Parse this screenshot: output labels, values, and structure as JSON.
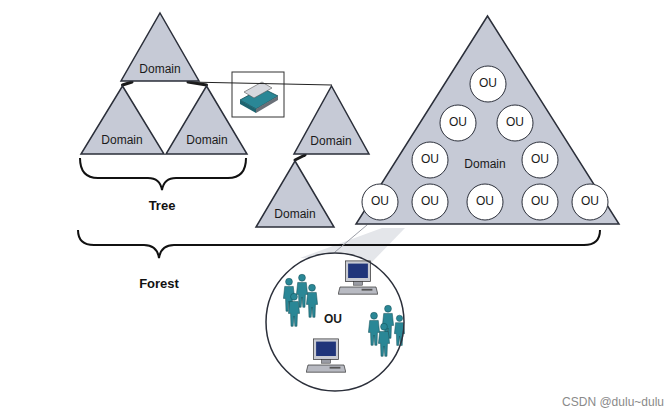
{
  "diagram": {
    "nodes": [
      {
        "text": [
          "Domain"
        ]
      },
      {
        "text": [
          "Domain"
        ]
      },
      {
        "text": [
          "Domain"
        ]
      },
      {
        "text": [
          "Domain"
        ]
      },
      {
        "text": [
          "Domain"
        ]
      },
      {
        "text": [
          "Domain"
        ]
      },
      {
        "text": [
          "OU"
        ],
        "in": 5
      },
      {
        "text": [
          "OU"
        ],
        "in": 5
      },
      {
        "text": [
          "OU"
        ],
        "in": 5
      },
      {
        "text": [
          "OU"
        ],
        "in": 5
      },
      {
        "text": [
          "OU"
        ],
        "in": 5
      },
      {
        "text": [
          "OU"
        ],
        "in": 5
      },
      {
        "text": [
          "OU"
        ],
        "in": 5
      },
      {
        "text": [
          "OU"
        ],
        "in": 5
      },
      {
        "text": [
          "OU"
        ],
        "in": 5
      },
      {
        "text": [
          "OU"
        ],
        "in": 5
      },
      {
        "text": [
          "OU"
        ]
      }
    ],
    "edges": [
      {
        "from": 0,
        "to": 1,
        "arrow": "none"
      },
      {
        "from": 0,
        "to": 2,
        "arrow": "none"
      },
      {
        "from": 0,
        "to": 3,
        "arrow": "none"
      },
      {
        "from": 3,
        "to": 4,
        "arrow": "none"
      },
      {
        "from": 5,
        "to": 16,
        "arrow": "none"
      }
    ],
    "labels": [
      "Tree",
      "Forest",
      "CSDN @dulu~dulu"
    ]
  }
}
